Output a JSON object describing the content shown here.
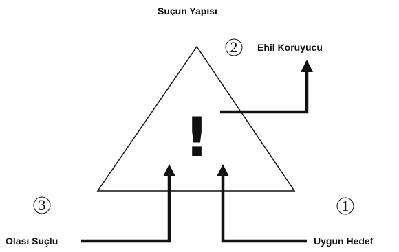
{
  "title": "Suçun Yapısı",
  "nodes": {
    "guardian": {
      "number": "2",
      "label": "Ehil Koruyucu"
    },
    "offender": {
      "number": "3",
      "label": "Olası Suçlu"
    },
    "target": {
      "number": "1",
      "label": "Uygun Hedef"
    }
  },
  "center_symbol": "!",
  "colors": {
    "ink": "#111111",
    "background": "#ffffff"
  }
}
